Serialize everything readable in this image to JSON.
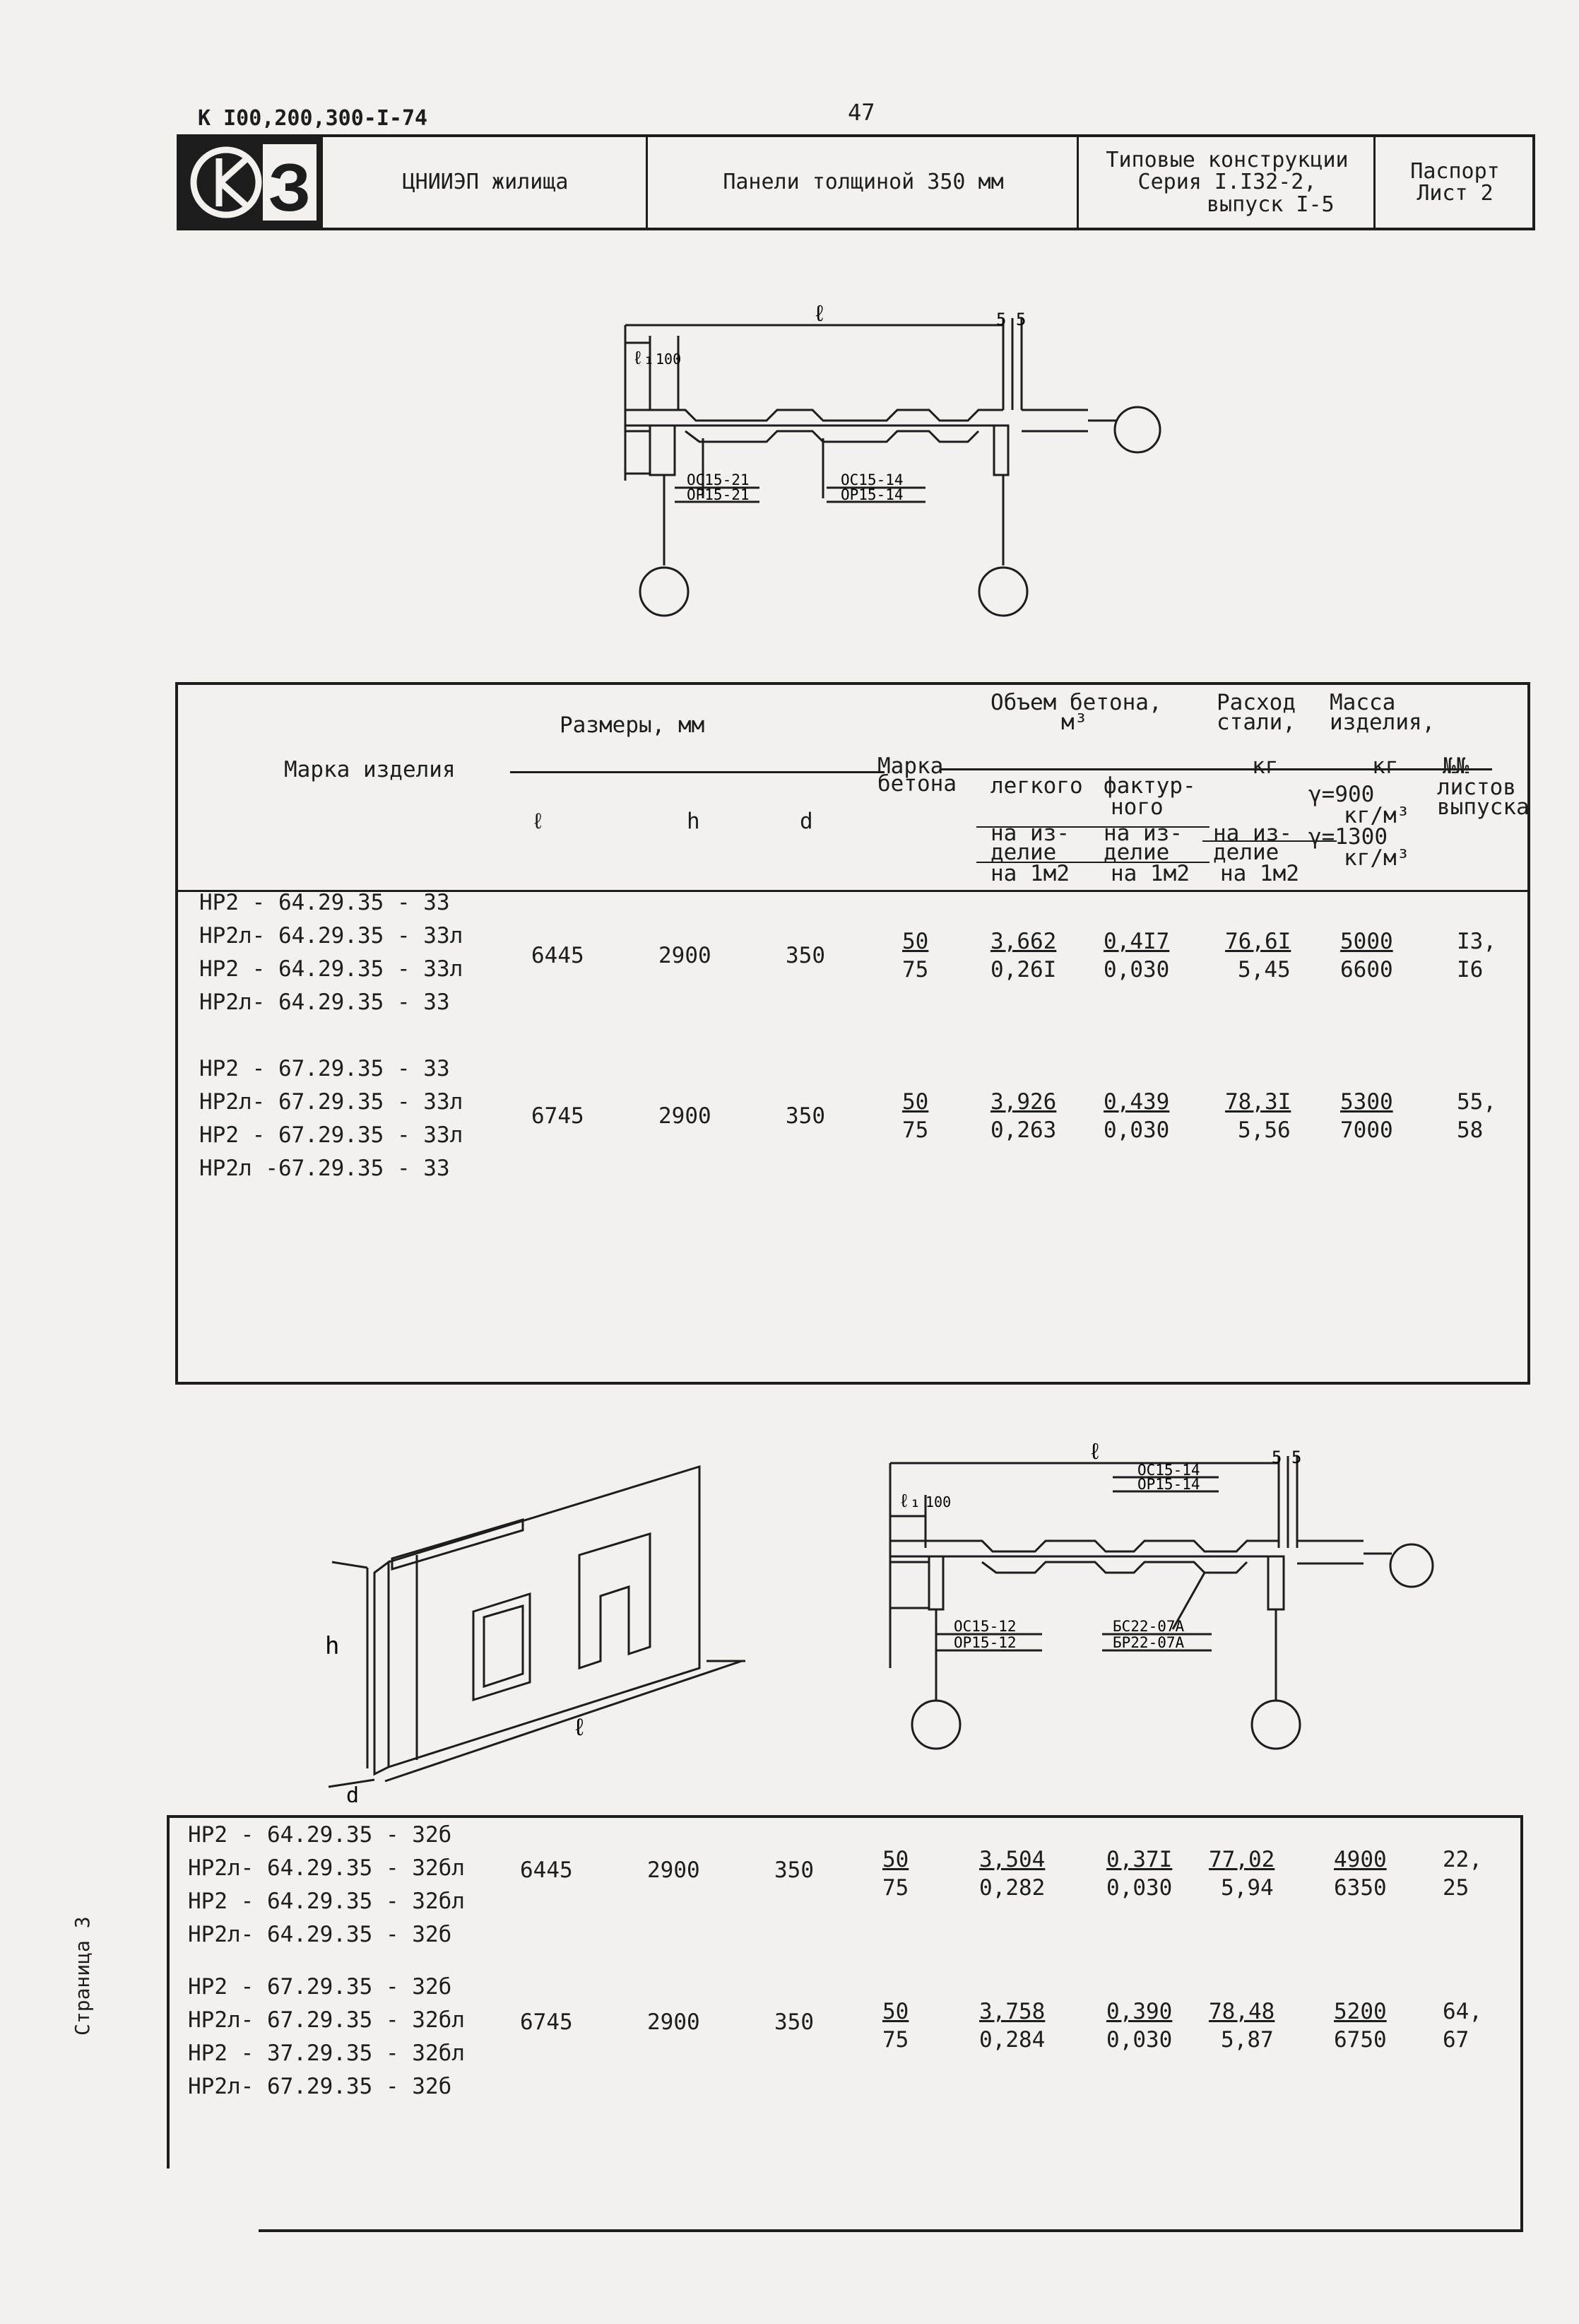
{
  "header": {
    "doc_code": "К I00,200,300-I-74",
    "page_number": "47",
    "logo_letter": "З",
    "org": "ЦНИИЭП жилища",
    "title": "Панели толщиной 350 мм",
    "series_line1": "Типовые конструкции",
    "series_line2": "Серия I.I32-2,",
    "series_line3": "выпуск I-5",
    "sheet_line1": "Паспорт",
    "sheet_line2": "Лист 2"
  },
  "drawing_top": {
    "dim_l": "ℓ",
    "dim_l1": "ℓ₁",
    "dim_100": "100",
    "dim_5a": "5",
    "dim_5b": "5",
    "labels": [
      "ОС15-21",
      "ОР15-21",
      "ОС15-14",
      "ОР15-14"
    ]
  },
  "table1": {
    "headers": {
      "mark": "Марка изделия",
      "dims": "Размеры,  мм",
      "l": "ℓ",
      "h": "h",
      "d": "d",
      "concrete_grade_1": "Марка",
      "concrete_grade_2": "бетона",
      "volume_1": "Объем бетона,",
      "volume_2": "м³",
      "light": "легкого",
      "facture_1": "фактур-",
      "facture_2": "ного",
      "per_item_a1": "на из-",
      "per_item_a2": "делие",
      "per_m2_a": "на 1м2",
      "per_item_b1": "на из-",
      "per_item_b2": "делие",
      "per_m2_b": "на 1м2",
      "steel_1": "Расход",
      "steel_2": "стали,",
      "steel_unit": "кг",
      "per_item_c1": "на из-",
      "per_item_c2": "делие",
      "per_m2_c": "на 1м2",
      "mass_1": "Масса",
      "mass_2": "изделия,",
      "mass_unit": "кг",
      "gamma1": "γ=900",
      "gamma1_unit": "кг/м³",
      "gamma2": "γ=1300",
      "gamma2_unit": "кг/м³",
      "sheets_1": "№№",
      "sheets_2": "листов",
      "sheets_3": "выпуска"
    },
    "groups": [
      {
        "marks": [
          "НР2 - 64.29.35 - 33",
          "НР2л- 64.29.35 - 33л",
          "НР2 - 64.29.35 - 33л",
          "НР2л- 64.29.35 - 33"
        ],
        "l": "6445",
        "h": "2900",
        "d": "350",
        "grade_top": "50",
        "grade_bot": "75",
        "light_top": "3,662",
        "light_bot": "0,26I",
        "fact_top": "0,4I7",
        "fact_bot": "0,030",
        "steel_top": "76,6I",
        "steel_bot": "5,45",
        "mass_top": "5000",
        "mass_bot": "6600",
        "sheets_top": "I3,",
        "sheets_bot": "I6"
      },
      {
        "marks": [
          "НР2 - 67.29.35 - 33",
          "НР2л- 67.29.35 - 33л",
          "НР2 - 67.29.35 - 33л",
          "НР2л -67.29.35 - 33"
        ],
        "l": "6745",
        "h": "2900",
        "d": "350",
        "grade_top": "50",
        "grade_bot": "75",
        "light_top": "3,926",
        "light_bot": "0,263",
        "fact_top": "0,439",
        "fact_bot": "0,030",
        "steel_top": "78,3I",
        "steel_bot": "5,56",
        "mass_top": "5300",
        "mass_bot": "7000",
        "sheets_top": "55,",
        "sheets_bot": "58"
      }
    ]
  },
  "drawing_iso": {
    "h": "h",
    "l": "ℓ",
    "d": "d"
  },
  "drawing_bottom": {
    "dim_l": "ℓ",
    "dim_l1": "ℓ₁",
    "dim_100": "100",
    "dim_5a": "5",
    "dim_5b": "5",
    "labels": [
      "ОС15-14",
      "ОР15-14",
      "ОС15-12",
      "ОР15-12",
      "БС22-07А",
      "БР22-07А"
    ]
  },
  "table2": {
    "groups": [
      {
        "marks": [
          "НР2 - 64.29.35 - 32б",
          "НР2л- 64.29.35 - 32бл",
          "НР2 - 64.29.35 - 32бл",
          "НР2л- 64.29.35 - 32б"
        ],
        "l": "6445",
        "h": "2900",
        "d": "350",
        "grade_top": "50",
        "grade_bot": "75",
        "light_top": "3,504",
        "light_bot": "0,282",
        "fact_top": "0,37I",
        "fact_bot": "0,030",
        "steel_top": "77,02",
        "steel_bot": "5,94",
        "mass_top": "4900",
        "mass_bot": "6350",
        "sheets_top": "22,",
        "sheets_bot": "25"
      },
      {
        "marks": [
          "НР2 - 67.29.35 - 32б",
          "НР2л- 67.29.35 - 32бл",
          "НР2 - 37.29.35 - 32бл",
          "НР2л- 67.29.35 - 32б"
        ],
        "l": "6745",
        "h": "2900",
        "d": "350",
        "grade_top": "50",
        "grade_bot": "75",
        "light_top": "3,758",
        "light_bot": "0,284",
        "fact_top": "0,390",
        "fact_bot": "0,030",
        "steel_top": "78,48",
        "steel_bot": "5,87",
        "mass_top": "5200",
        "mass_bot": "6750",
        "sheets_top": "64,",
        "sheets_bot": "67"
      }
    ]
  },
  "side_label": "Страница 3"
}
